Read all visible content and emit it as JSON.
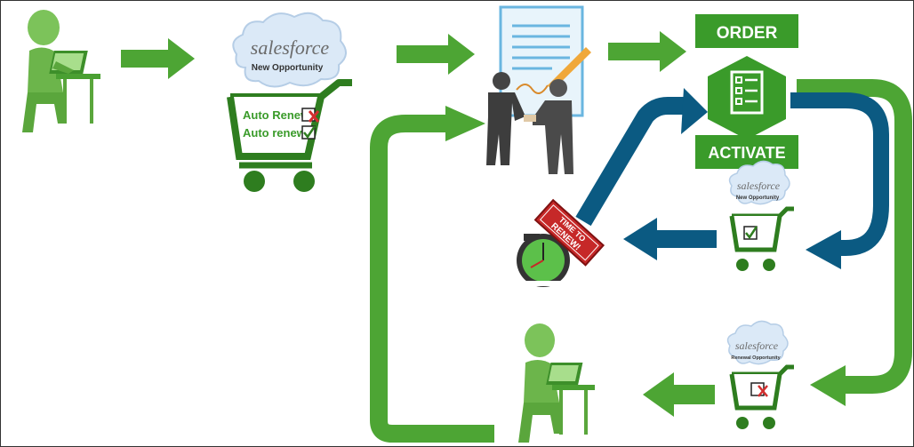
{
  "colors": {
    "green": "#4da534",
    "green_dark": "#2e7d1f",
    "light_green": "#8ecf6a",
    "blue": "#0b5a82",
    "cloud": "#dbe9f7",
    "sf_gray": "#6b6b6b",
    "stamp_red": "#c62828"
  },
  "salesforce_brand": "salesforce",
  "cart1": {
    "cloud_sub": "New Opportunity",
    "line1": "Auto Renew",
    "line2": "Auto renew"
  },
  "order_box": {
    "label": "ORDER"
  },
  "activate_box": {
    "label": "ACTIVATE"
  },
  "cart2": {
    "cloud_sub": "New Opportunity"
  },
  "cart3": {
    "cloud_sub": "Renewal Opportunity"
  },
  "stamp": {
    "line1": "TIME TO",
    "line2": "RENEW!"
  },
  "icons": {
    "person_laptop": "person-laptop-icon",
    "contract": "contract-handshake-icon",
    "checklist": "checklist-icon",
    "stopwatch": "stopwatch-icon",
    "cart": "shopping-cart-icon"
  }
}
